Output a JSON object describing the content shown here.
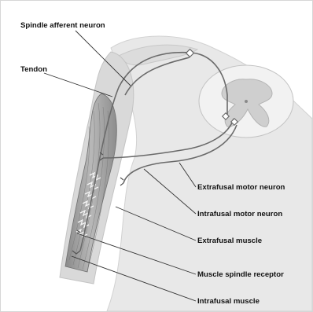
{
  "labels": {
    "spindle_afferent_neuron": "Spindle afferent neuron",
    "tendon": "Tendon",
    "extrafusal_motor_neuron": "Extrafusal motor neuron",
    "intrafusal_motor_neuron": "Intrafusal motor neuron",
    "extrafusal_muscle": "Extrafusal muscle",
    "muscle_spindle_receptor": "Muscle spindle receptor",
    "intrafusal_muscle": "Intrafusal muscle"
  },
  "colors": {
    "body_silhouette": "#e6e6e6",
    "muscle": "#9a9a9a",
    "nerve": "#6a6a6a",
    "spinal_cord": "#f1f1f1",
    "gray_matter": "#c9c9c9",
    "leader_line": "#333333"
  }
}
